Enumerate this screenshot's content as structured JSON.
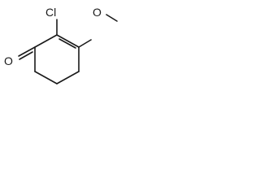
{
  "molecule": {
    "atoms": {
      "chlorine": "Cl",
      "oxygen_methoxy": "O",
      "oxygen_carbonyl": "O"
    }
  },
  "colors": {
    "bond": "#1a1a1a",
    "background": "#ffffff"
  }
}
